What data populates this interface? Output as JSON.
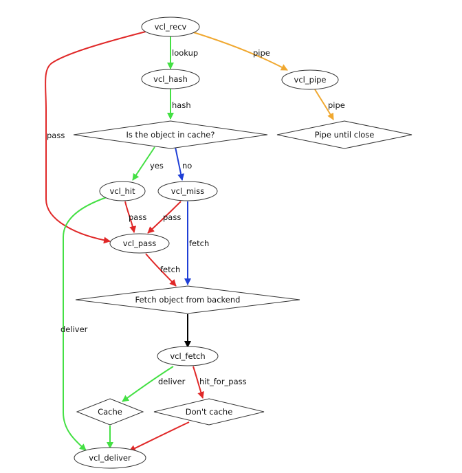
{
  "colors": {
    "green": "#44e044",
    "red": "#e02828",
    "orange": "#f0a830",
    "blue": "#1f3fd6",
    "black": "#000000"
  },
  "nodes": {
    "vcl_recv": "vcl_recv",
    "vcl_hash": "vcl_hash",
    "vcl_pipe": "vcl_pipe",
    "in_cache": "Is the object in cache?",
    "pipe_close": "Pipe until close",
    "vcl_hit": "vcl_hit",
    "vcl_miss": "vcl_miss",
    "vcl_pass": "vcl_pass",
    "fetch_backend": "Fetch object from backend",
    "vcl_fetch": "vcl_fetch",
    "cache": "Cache",
    "dont_cache": "Don't cache",
    "vcl_deliver": "vcl_deliver"
  },
  "edges": [
    {
      "id": "recv-hash",
      "label": "lookup",
      "color": "green"
    },
    {
      "id": "recv-pipe",
      "label": "pipe",
      "color": "orange"
    },
    {
      "id": "recv-pass",
      "label": "pass",
      "color": "red"
    },
    {
      "id": "hash-cache",
      "label": "hash",
      "color": "green"
    },
    {
      "id": "pipe-close",
      "label": "pipe",
      "color": "orange"
    },
    {
      "id": "cache-hit",
      "label": "yes",
      "color": "green"
    },
    {
      "id": "cache-miss",
      "label": "no",
      "color": "blue"
    },
    {
      "id": "hit-pass",
      "label": "pass",
      "color": "red"
    },
    {
      "id": "miss-pass",
      "label": "pass",
      "color": "red"
    },
    {
      "id": "miss-fetch",
      "label": "fetch",
      "color": "blue"
    },
    {
      "id": "pass-fetch",
      "label": "fetch",
      "color": "red"
    },
    {
      "id": "hit-deliver",
      "label": "deliver",
      "color": "green"
    },
    {
      "id": "fetchbackend-vclfetch",
      "label": "",
      "color": "black"
    },
    {
      "id": "vclfetch-cache",
      "label": "deliver",
      "color": "green"
    },
    {
      "id": "vclfetch-dontcache",
      "label": "hit_for_pass",
      "color": "red"
    },
    {
      "id": "cache-deliver",
      "label": "",
      "color": "green"
    },
    {
      "id": "dontcache-deliver",
      "label": "",
      "color": "red"
    }
  ]
}
